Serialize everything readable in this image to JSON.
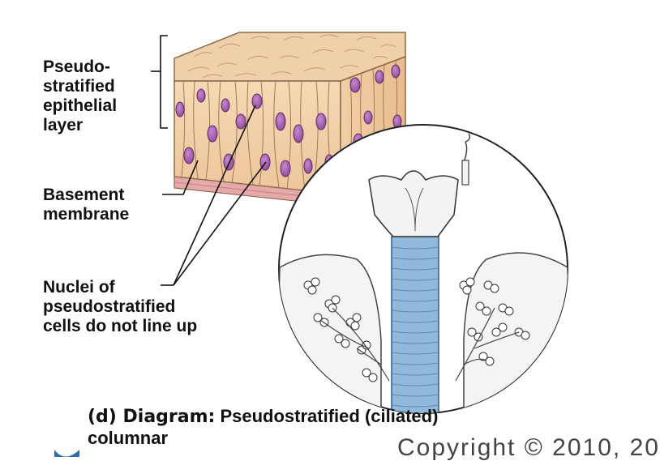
{
  "labels": {
    "pseudo": [
      "Pseudo-",
      "stratified",
      "epithelial",
      "layer"
    ],
    "basement": [
      "Basement",
      "membrane"
    ],
    "nuclei": [
      "Nuclei of",
      "pseudostratified",
      "cells do not line up"
    ]
  },
  "caption": {
    "prefix": "(d) Diagram:",
    "line1": " Pseudostratified (ciliated)",
    "line2": "columnar"
  },
  "copyright": "Copyright © 2010, 20"
}
